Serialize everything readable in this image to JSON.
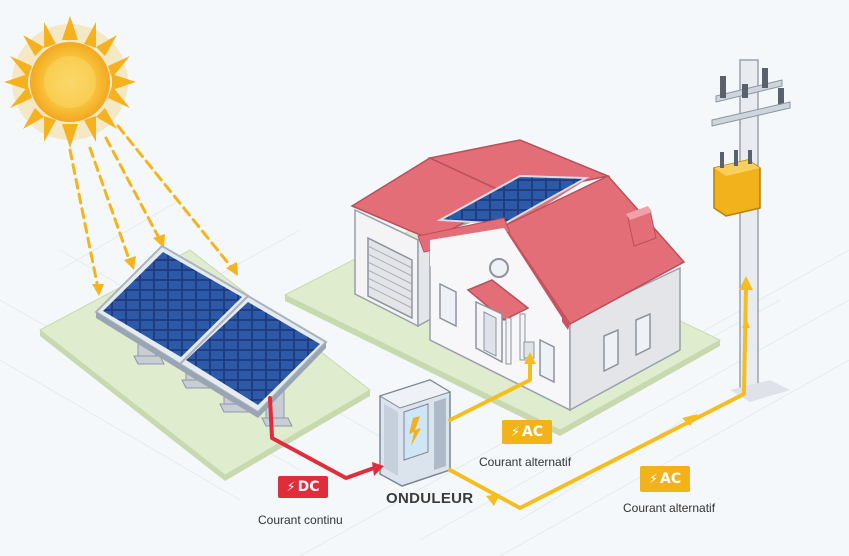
{
  "colors": {
    "dc": "#e02d3c",
    "ac": "#f2b21c",
    "ac_line": "#f5bd1f",
    "sun": "#f7b825",
    "panel": "#1d3a78",
    "roof": "#e86a73",
    "grass": "#dbe9c6"
  },
  "labels": {
    "dc_badge": "DC",
    "dc_caption": "Courant continu",
    "inverter": "ONDULEUR",
    "ac_badge_house": "AC",
    "ac_caption_house": "Courant alternatif",
    "ac_badge_grid": "AC",
    "ac_caption_grid": "Courant alternatif"
  },
  "icons": {
    "bolt": "⚡"
  }
}
